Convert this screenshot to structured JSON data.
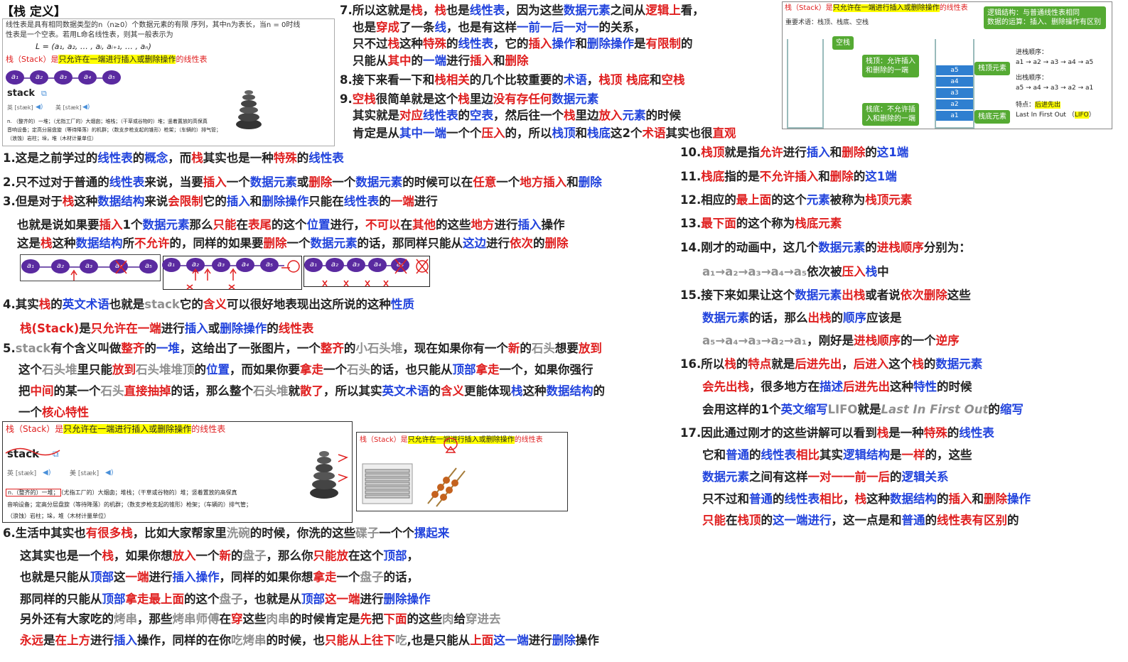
{
  "title": "【栈 定义】",
  "card1": {
    "def1": "线性表是具有相同数据类型的n（n≥0）个数据元素的有限 序列，其中n为表长，当n = 0时线",
    "def2": "性表是一个空表。若用L命名线性表，则其一般表示为",
    "formula": "L = (a₁, a₂, … , aᵢ, aᵢ₊₁, … , aₙ)",
    "stackdef_a": "栈（Stack）是",
    "stackdef_hl": "只允许在一端进行插入或删除操作",
    "stackdef_b": "的线性表",
    "balls": [
      "a₁",
      "a₂",
      "a₃",
      "a₄",
      "a₅"
    ],
    "word": "stack",
    "phon_uk": "英 [stæk]",
    "phon_us": "美 [stæk]",
    "mean1": "n. （整齐的）一堆；（尤指工厂的）大烟囱；堆栈；（干草或谷物的）堆；竖着置放的高保真",
    "mean2": "音响设备；定高分层盘旋（等待降落）的机群；（数支步枪支起的锥形）枪架；（车辆的）排气管；",
    "mean3": "（浪蚀）岩柱；垛，堆（木材计量单位）"
  },
  "card_tr": {
    "head_a": "栈（Stack）是",
    "head_hl": "只允许在一端进行插入或删除操作",
    "head_b": "的线性表",
    "terms": "重要术语：栈顶、栈底、空栈",
    "logic1": "逻辑结构：与普通线性表相同",
    "logic2": "数据的运算：插入、删除操作有区别",
    "empty": "空栈",
    "top1": "栈顶：允许插入",
    "top2": "和删除的一端",
    "topelem": "栈顶元素",
    "bot1": "栈底：不允许插",
    "bot2": "入和删除的一端",
    "botelem": "栈底元素",
    "stack": [
      "a5",
      "a4",
      "a3",
      "a2",
      "a1"
    ],
    "in_title": "进栈顺序：",
    "in_seq": "a1 → a2 → a3 → a4 → a5",
    "out_title": "出栈顺序：",
    "out_seq": "a5 → a4 → a3 → a2 → a1",
    "feat_a": "特点：",
    "feat_hl": "后进先出",
    "lifo_a": "Last In First Out （",
    "lifo_hl": "LIFO",
    "lifo_b": "）"
  },
  "chain_balls": [
    "a₁",
    "a₂",
    "a₃",
    "a₄",
    "a₅"
  ],
  "card2": {
    "head_a": "栈（Stack）是",
    "head_hl": "只允许在一端进行插入或删除操作",
    "head_b": "的线性表",
    "word": "stack",
    "phon_uk": "英 [stæk]",
    "phon_us": "美 [stæk]",
    "mean1_box": "n.（整齐的）一堆；",
    "mean1": "（尤指工厂的）大烟囱；堆栈；（干草或谷物的）堆；竖着置放的高保真",
    "mean2": "音响设备；定高分层盘旋（等待降落）的机群；（数支步枪支起的锥形）枪架；（车辆的）排气管；",
    "mean3": "（浪蚀）岩柱；垛，堆（木材计量单位）"
  },
  "card3": {
    "head_a": "栈（Stack）是",
    "head_hl": "只允许在一端进行插入或删除操作",
    "head_b": "的线性表"
  }
}
